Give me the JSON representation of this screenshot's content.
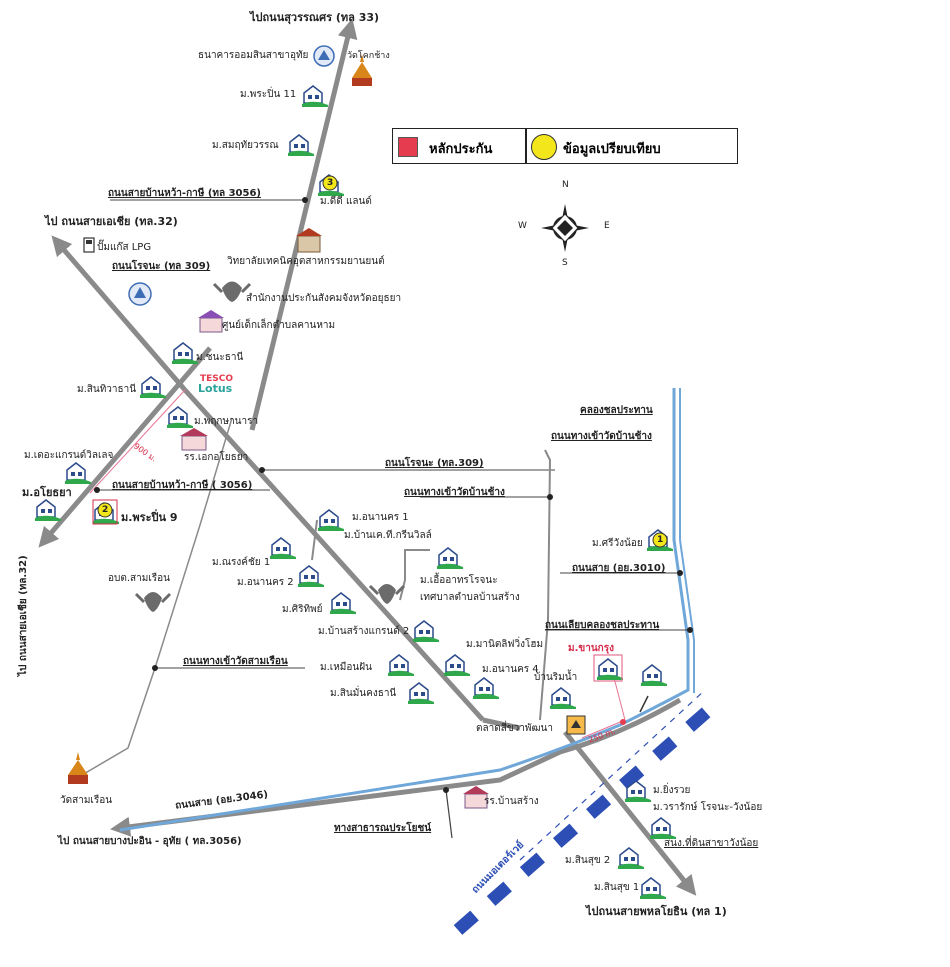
{
  "legend": {
    "collateral_label": "หลักประกัน",
    "comparison_label": "ข้อมูลเปรียบเทียบ",
    "collateral_color": "#e63c4f",
    "comparison_color": "#f3e61a"
  },
  "compass": {
    "n": "N",
    "s": "S",
    "e": "E",
    "w": "W"
  },
  "roads": {
    "to_suphan": "ไปถนนสุวรรณศร (ทล 33)",
    "ban_wa_kasi_top": "ถนนสายบ้านหว้า-กาษี (ทล 3056)",
    "to_asia_top": "ไป ถนนสายเอเชีย (ทล.32)",
    "rojana_top": "ถนนโรจนะ (ทล 309)",
    "rojana_mid": "ถนนโรจนะ (ทล.309)",
    "wat_ban_chang_1": "ถนนทางเข้าวัดบ้านช้าง",
    "wat_ban_chang_2": "ถนนทางเข้าวัดบ้านช้าง",
    "khlong": "คลองชลประทาน",
    "ban_wa_kasi_mid": "ถนนสายบ้านหว้า-กาษี ( 3056)",
    "to_asia_left": "ไป ถนนสายเอเชีย (ทล.32)",
    "aor_yor_3010": "ถนนสาย (อย.3010)",
    "along_canal": "ถนนเลียบคลองชลประทาน",
    "wat_sam_ruean_road": "ถนนทางเข้าวัดสามเรือน",
    "aor_yor_3046": "ถนนสาย (อย.3046)",
    "to_bang_pa_in": "ไป ถนนสายบางปะอิน - อุทัย ( ทล.3056)",
    "public_road": "ทางสาธารณประโยชน์",
    "motorway": "ถนนมอเตอร์เวย์",
    "to_phahonyothin": "ไปถนนสายพหลโยธิน (ทล 1)"
  },
  "places": {
    "bank": "ธนาคารออมสินสาขาอุทัย",
    "wat_khok_chang": "วัดโคกช้าง",
    "m_pruksa11": "ม.พระปิ่น 11",
    "m_samruthai": "ม.สมฤทัยวรรณ",
    "m_dd_land": "ม.ดีดี แลนด์",
    "gas": "ปั๊มแก๊ส LPG",
    "college": "วิทยาลัยเทคนิคอุตสาหกรรมยานยนต์",
    "sso": "สำนักงานประกันสังคมจังหวัดอยุธยา",
    "child_center": "ศูนย์เด็กเล็กตำบลคานหาม",
    "m_chana": "ม.ชนะธานี",
    "m_sinthawa": "ม.สินทิวาธานี",
    "tesco": "TESCO",
    "lotus": "Lotus",
    "m_pruksa_nara": "ม.พฤกษานารา",
    "school_ekayothaya": "รร.เอกอโยธยา",
    "m_grand_village": "ม.เดอะแกรนด์วิลเลจ",
    "dist_900": "900 ม.",
    "m_ayothaya": "ม.อโยธยา",
    "m_pruksa9": "ม.พระปิ่น 9",
    "m_anan1": "ม.อนานคร 1",
    "m_bkk_green": "ม.บ้านเค.ที.กรีนวิลล์",
    "m_narongchai": "ม.ณรงค์ชัย 1",
    "m_anan2": "ม.อนานคร 2",
    "m_sirithip": "ม.ศิริทิพย์",
    "m_ban_sang_grand": "ม.บ้านสร้างแกรนด์ 2",
    "m_ua_athorn": "ม.เอื้ออาทรโรจนะ",
    "tambon_office": "เทศบาลตำบลบ้านสร้าง",
    "aor_bor_tor": "อบต.สามเรือน",
    "m_muean_fan": "ม.เหมือนฝัน",
    "m_sin_mankong": "ม.สินมั่นคงธานี",
    "m_manit": "ม.มานิตลิฟวิ่งโฮม",
    "m_anan4": "ม.อนานคร 4",
    "ban_rim_nam": "บ้านริมน้ำ",
    "m_khan_krung": "ม.ขานกรุง",
    "m_sri_wang": "ม.ศรีวังน้อย",
    "talad": "ตลาดสี่ขวาพัฒนา",
    "dist_250": "250 m.",
    "wat_sam_ruean": "วัดสามเรือน",
    "school_ban_sang": "รร.บ้านสร้าง",
    "m_ying_ruay": "ม.ยิ่งรวย",
    "m_wararak": "ม.วรารักษ์ โรจนะ-วังน้อย",
    "land_office": "สนง.ที่ดินสาขาวังน้อย",
    "m_sinsuk2": "ม.สินสุข 2",
    "m_sinsuk1": "ม.สินสุข 1"
  },
  "markers": {
    "m1": "1",
    "m2": "2",
    "m3": "3"
  },
  "icons": {
    "house": "house-icon",
    "temple": "temple-icon",
    "garuda": "garuda-emblem-icon",
    "bank": "bank-logo-icon",
    "school": "school-icon",
    "gas": "gas-station-icon",
    "market": "market-icon"
  }
}
